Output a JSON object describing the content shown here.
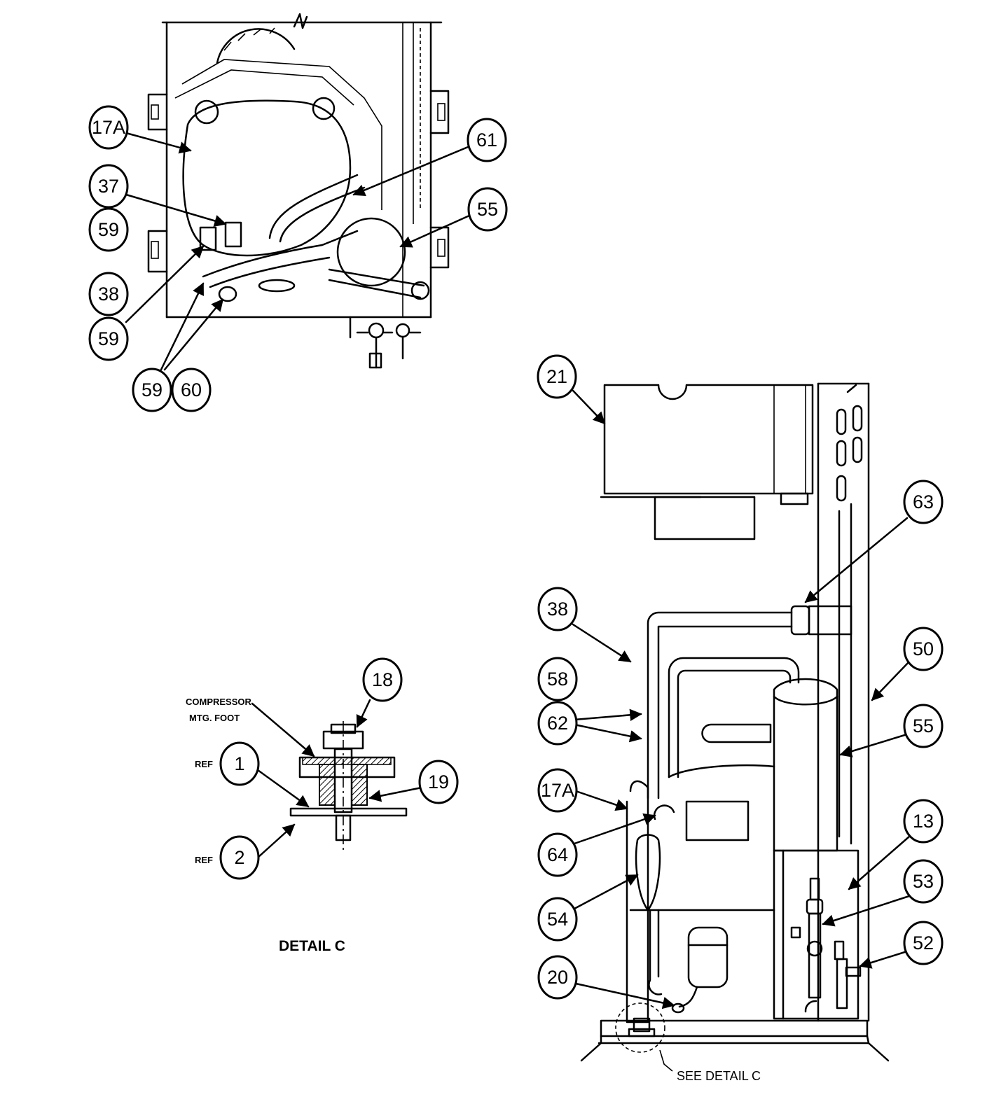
{
  "callouts": {
    "top": {
      "c17a": "17A",
      "c37": "37",
      "c59a": "59",
      "c38": "38",
      "c59b": "59",
      "c59c": "59",
      "c60": "60",
      "c61": "61",
      "c55": "55"
    },
    "detail": {
      "c18": "18",
      "c1": "1",
      "c19": "19",
      "c2": "2"
    },
    "side": {
      "c21": "21",
      "c63": "63",
      "c38": "38",
      "c58": "58",
      "c62": "62",
      "c50": "50",
      "c55": "55",
      "c17a": "17A",
      "c64": "64",
      "c13": "13",
      "c53": "53",
      "c54": "54",
      "c52": "52",
      "c20": "20"
    }
  },
  "detail_c": {
    "title": "DETAIL C",
    "mount_label_line1": "COMPRESSOR",
    "mount_label_line2": "MTG. FOOT",
    "ref_1": "REF",
    "ref_2": "REF"
  },
  "see_detail": "SEE DETAIL C"
}
